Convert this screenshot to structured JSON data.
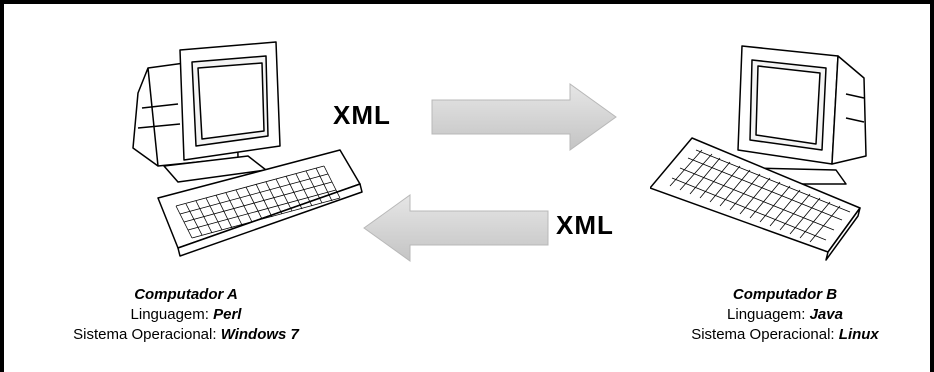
{
  "messages": {
    "top_label": "XML",
    "bottom_label": "XML"
  },
  "computer_a": {
    "name": "Computador A",
    "language_label": "Linguagem: ",
    "language": "Perl",
    "os_label": "Sistema Operacional: ",
    "os": "Windows 7"
  },
  "computer_b": {
    "name": "Computador B",
    "language_label": "Linguagem: ",
    "language": "Java",
    "os_label": "Sistema Operacional: ",
    "os": "Linux"
  },
  "colors": {
    "arrow_fill": "#d4d4d4",
    "arrow_edge": "#b8b8b8",
    "frame": "#000000"
  }
}
